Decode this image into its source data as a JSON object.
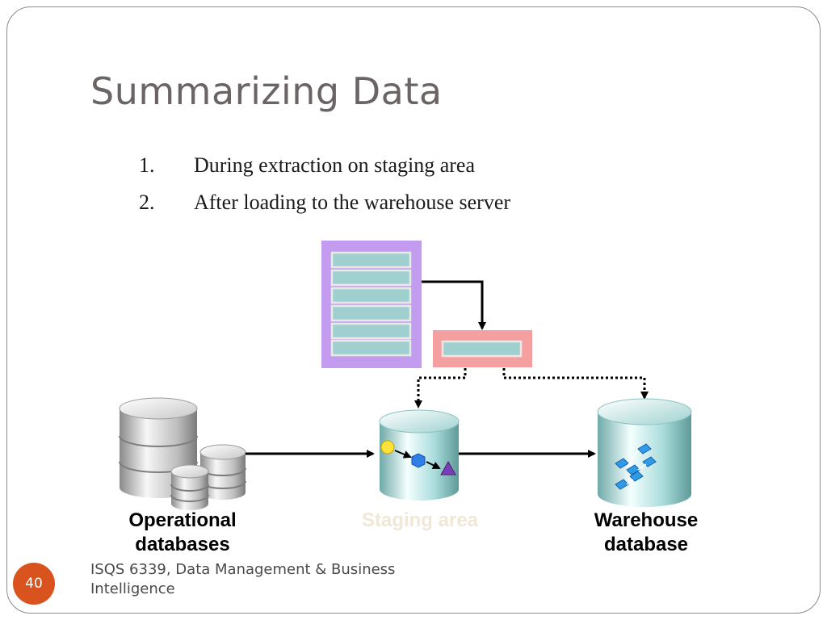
{
  "slide": {
    "title": "Summarizing Data",
    "list": [
      {
        "number": "1.",
        "text": "During extraction on staging area"
      },
      {
        "number": "2.",
        "text": "After loading to the warehouse server"
      }
    ],
    "labels": {
      "operational": [
        "Operational",
        "databases"
      ],
      "staging": "Staging area",
      "warehouse": [
        "Warehouse",
        "database"
      ]
    },
    "footer": "ISQS 6339, Data Management & Business Intelligence",
    "page_number": "40"
  },
  "colors": {
    "title": "#6b6464",
    "purple_table": "#c39cf0",
    "salmon_table": "#f4a0a0",
    "row_fill": "#9fd0cf",
    "cylinder": "#aee0df",
    "staging_label": "#f1e7d6",
    "badge": "#d9531e"
  }
}
